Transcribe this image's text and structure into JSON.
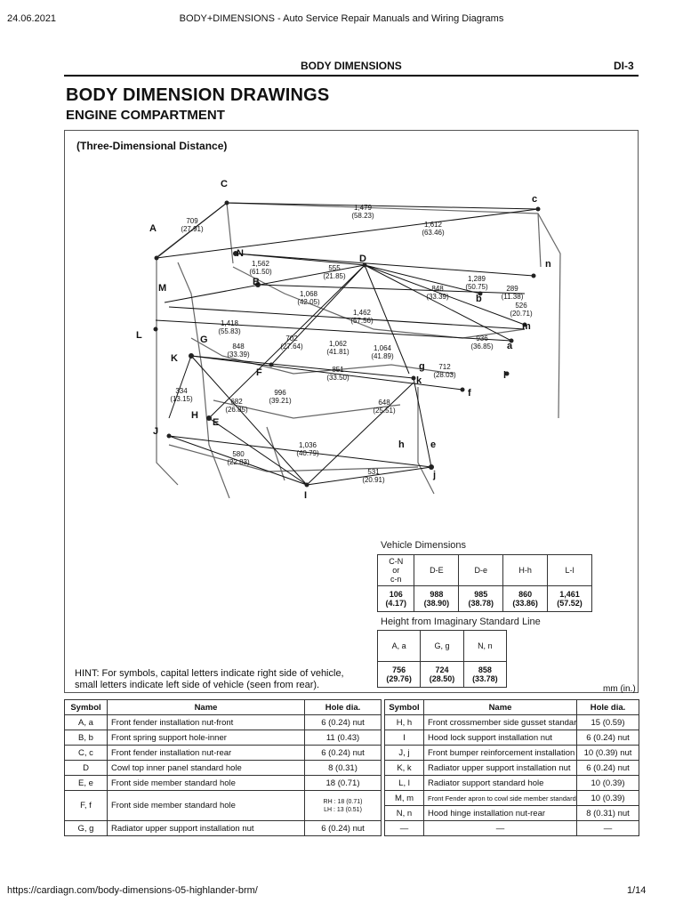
{
  "browser": {
    "date": "24.06.2021",
    "title": "BODY+DIMENSIONS - Auto Service Repair Manuals and Wiring Diagrams",
    "url": "https://cardiagn.com/body-dimensions-05-highlander-brm/",
    "page": "1/14"
  },
  "header": {
    "section": "BODY DIMENSIONS",
    "page_num": "DI-3"
  },
  "title": "BODY DIMENSION DRAWINGS",
  "subtitle": "ENGINE COMPARTMENT",
  "figure": {
    "caption": "(Three-Dimensional Distance)",
    "points": [
      "A",
      "C",
      "c",
      "N",
      "D",
      "n",
      "B",
      "M",
      "b",
      "m",
      "L",
      "G",
      "K",
      "a",
      "g",
      "k",
      "f",
      "l",
      "F",
      "H",
      "E",
      "J",
      "h",
      "e",
      "j",
      "I"
    ],
    "measurements": [
      {
        "v": "709",
        "i": "(27.91)"
      },
      {
        "v": "1,479",
        "i": "(58.23)"
      },
      {
        "v": "1,612",
        "i": "(63.46)"
      },
      {
        "v": "1,562",
        "i": "(61.50)"
      },
      {
        "v": "555",
        "i": "(21.85)"
      },
      {
        "v": "1,289",
        "i": "(50.75)"
      },
      {
        "v": "848",
        "i": "(33.39)"
      },
      {
        "v": "289",
        "i": "(11.38)"
      },
      {
        "v": "526",
        "i": "(20.71)"
      },
      {
        "v": "1,068",
        "i": "(42.05)"
      },
      {
        "v": "1,462",
        "i": "(57.56)"
      },
      {
        "v": "1,418",
        "i": "(55.83)"
      },
      {
        "v": "936",
        "i": "(36.85)"
      },
      {
        "v": "702",
        "i": "(27.64)"
      },
      {
        "v": "848",
        "i": "(33.39)"
      },
      {
        "v": "1,062",
        "i": "(41.81)"
      },
      {
        "v": "1,064",
        "i": "(41.89)"
      },
      {
        "v": "851",
        "i": "(33.50)"
      },
      {
        "v": "712",
        "i": "(28.03)"
      },
      {
        "v": "334",
        "i": "(13.15)"
      },
      {
        "v": "682",
        "i": "(26.85)"
      },
      {
        "v": "996",
        "i": "(39.21)"
      },
      {
        "v": "648",
        "i": "(25.51)"
      },
      {
        "v": "1,036",
        "i": "(40.79)"
      },
      {
        "v": "580",
        "i": "(22.83)"
      },
      {
        "v": "531",
        "i": "(20.91)"
      }
    ]
  },
  "vehicle_dimensions": {
    "title": "Vehicle Dimensions",
    "headers": [
      "C-N|or|c-n",
      "D-E",
      "D-e",
      "H-h",
      "L-l"
    ],
    "values": [
      {
        "v": "106",
        "i": "(4.17)"
      },
      {
        "v": "988",
        "i": "(38.90)"
      },
      {
        "v": "985",
        "i": "(38.78)"
      },
      {
        "v": "860",
        "i": "(33.86)"
      },
      {
        "v": "1,461",
        "i": "(57.52)"
      }
    ]
  },
  "height_table": {
    "title": "Height from Imaginary Standard Line",
    "headers": [
      "A, a",
      "G, g",
      "N, n"
    ],
    "values": [
      {
        "v": "756",
        "i": "(29.76)"
      },
      {
        "v": "724",
        "i": "(28.50)"
      },
      {
        "v": "858",
        "i": "(33.78)"
      }
    ]
  },
  "hint": {
    "line1": "HINT: For symbols, capital letters indicate right side of vehicle,",
    "line2": "small letters indicate left side of vehicle (seen from rear)."
  },
  "unit": "mm (in.)",
  "symbols_table": {
    "headers": [
      "Symbol",
      "Name",
      "Hole dia.",
      "Symbol",
      "Name",
      "Hole dia."
    ],
    "left": [
      {
        "sym": "A, a",
        "name": "Front fender installation nut-front",
        "dia": "6 (0.24) nut"
      },
      {
        "sym": "B, b",
        "name": "Front spring support hole-inner",
        "dia": "11 (0.43)"
      },
      {
        "sym": "C, c",
        "name": "Front fender installation nut-rear",
        "dia": "6 (0.24) nut"
      },
      {
        "sym": "D",
        "name": "Cowl top inner panel standard hole",
        "dia": "8 (0.31)"
      },
      {
        "sym": "E, e",
        "name": "Front side member standard hole",
        "dia": "18 (0.71)"
      },
      {
        "sym": "F, f",
        "name": "Front side member standard hole",
        "dia_rh": "RH : 18 (0.71)",
        "dia_lh": "LH : 13 (0.51)"
      },
      {
        "sym": "G, g",
        "name": "Radiator upper support installation nut",
        "dia": "6 (0.24) nut"
      }
    ],
    "right": [
      {
        "sym": "H, h",
        "name": "Front crossmember side gusset standard hole",
        "dia": "15 (0.59)"
      },
      {
        "sym": "I",
        "name": "Hood lock support installation nut",
        "dia": "6 (0.24) nut"
      },
      {
        "sym": "J, j",
        "name": "Front bumper reinforcement installation nut",
        "dia": "10 (0.39) nut"
      },
      {
        "sym": "K, k",
        "name": "Radiator upper support installation nut",
        "dia": "6 (0.24) nut"
      },
      {
        "sym": "L, l",
        "name": "Radiator support standard hole",
        "dia": "10 (0.39)"
      },
      {
        "sym": "M, m",
        "name": "Front Fender apron to cowl side member standard hole",
        "dia": "10 (0.39)"
      },
      {
        "sym": "N, n",
        "name": "Hood hinge installation nut-rear",
        "dia": "8 (0.31) nut"
      },
      {
        "sym": "—",
        "name": "—",
        "dia": "—"
      }
    ]
  }
}
